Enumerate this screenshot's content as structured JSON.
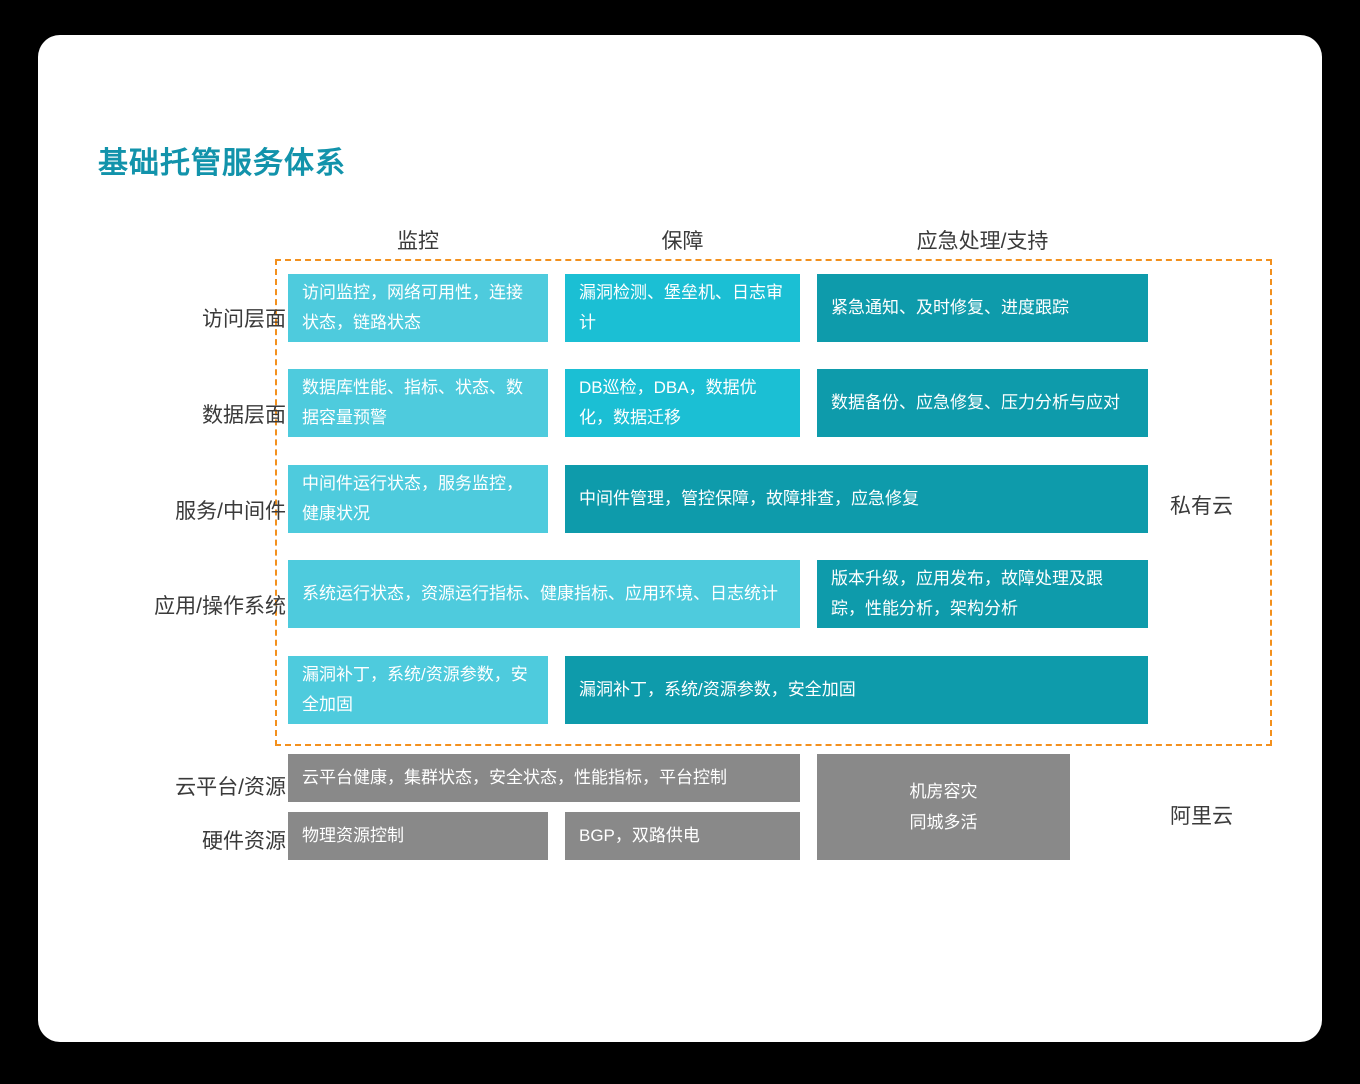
{
  "title": "基础托管服务体系",
  "colors": {
    "title": "#1293ab",
    "light_teal": "#4ecbdd",
    "mid_teal": "#1bbfd4",
    "dark_teal": "#0e9bab",
    "gray": "#898989",
    "dashed_border": "#f3901d",
    "card_background": "#ffffff",
    "page_background": "#000000"
  },
  "columns": [
    {
      "label": "监控"
    },
    {
      "label": "保障"
    },
    {
      "label": "应急处理/支持"
    }
  ],
  "row_labels": [
    "访问层面",
    "数据层面",
    "服务/中间件",
    "应用/操作系统",
    "云平台/资源",
    "硬件资源"
  ],
  "side_labels": {
    "private": "私有云",
    "public": "阿里云"
  },
  "cells": {
    "r0c0": "访问监控，网络可用性，连接状态，链路状态",
    "r0c1": "漏洞检测、堡垒机、日志审计",
    "r0c2": "紧急通知、及时修复、进度跟踪",
    "r1c0": "数据库性能、指标、状态、数据容量预警",
    "r1c1": "DB巡检，DBA，数据优化，数据迁移",
    "r1c2": "数据备份、应急修复、压力分析与应对",
    "r2c0": "中间件运行状态，服务监控，健康状况",
    "r2span": "中间件管理，管控保障，故障排查，应急修复",
    "r3span": "系统运行状态，资源运行指标、健康指标、应用环境、日志统计",
    "r3c2": "版本升级，应用发布，故障处理及跟踪，性能分析，架构分析",
    "r4c0": "漏洞补丁，系统/资源参数，安全加固",
    "r4span": "漏洞补丁，系统/资源参数，安全加固",
    "g0span": "云平台健康，集群状态，安全状态，性能指标，平台控制",
    "g1c0": "物理资源控制",
    "g1c1": "BGP，双路供电",
    "g_tall_line1": "机房容灾",
    "g_tall_line2": "同城多活"
  }
}
